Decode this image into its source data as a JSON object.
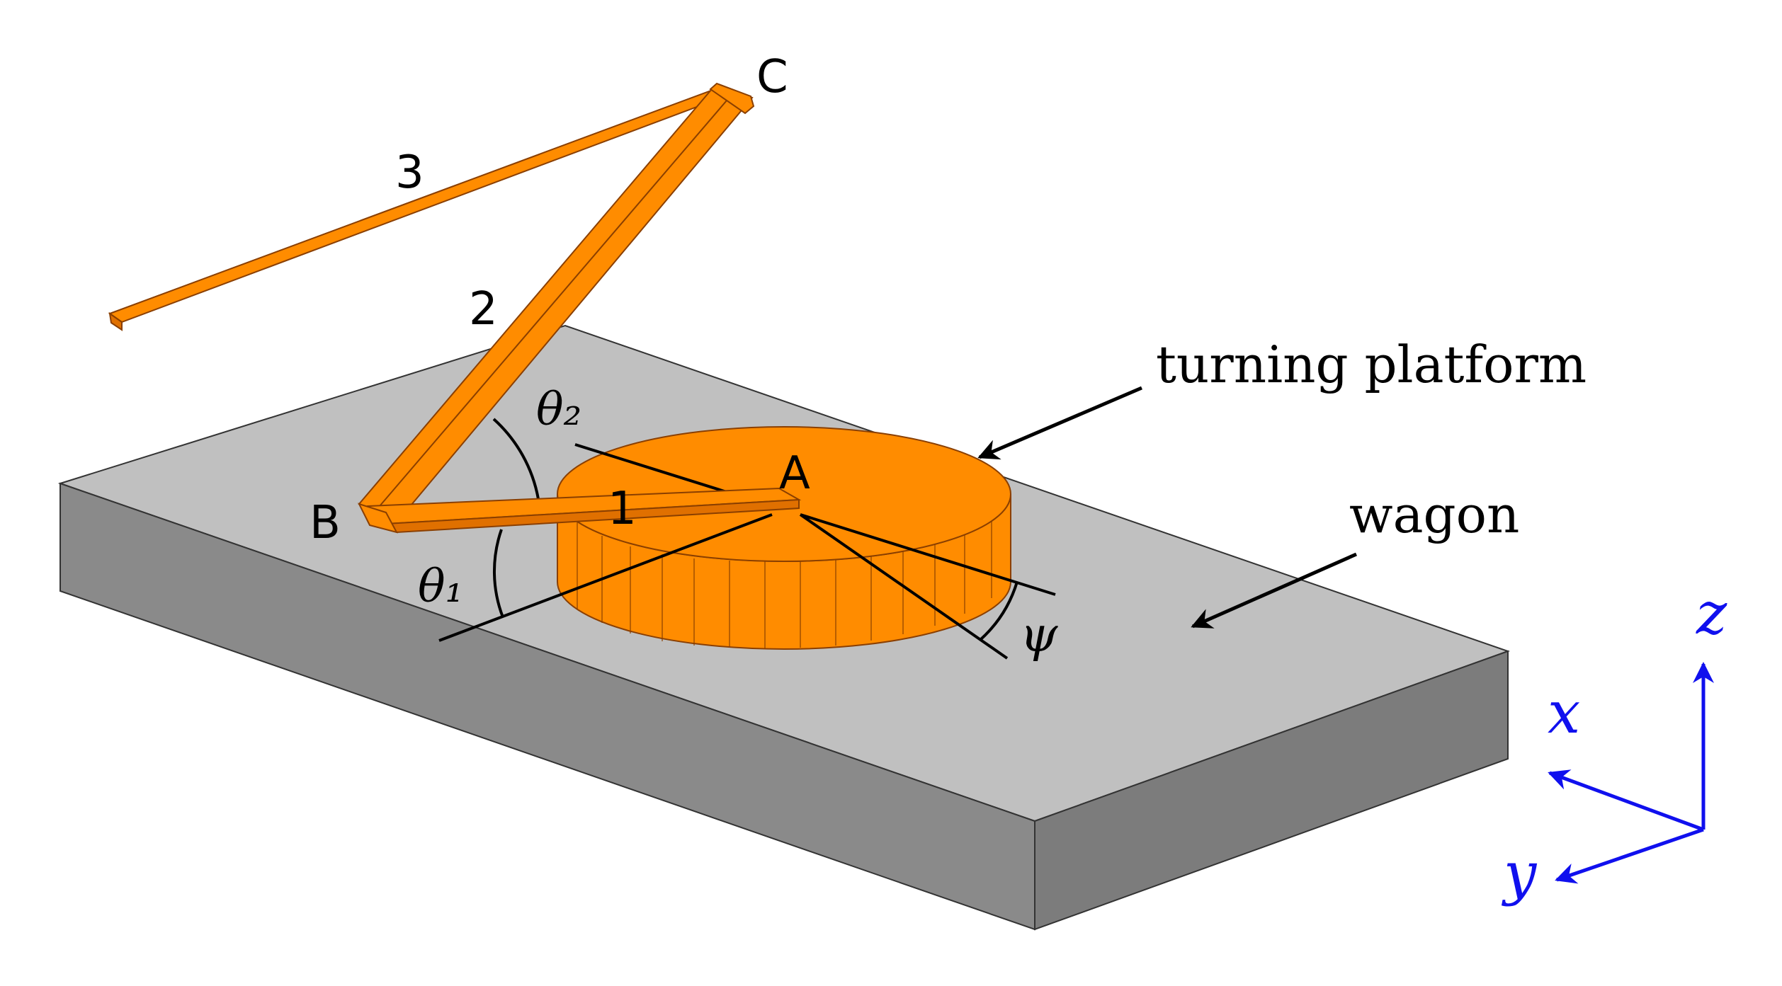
{
  "colors": {
    "wagon_top": "#c0c0c0",
    "wagon_front": "#8a8a8a",
    "wagon_side": "#7c7c7c",
    "platform": "#ff8c00",
    "platform_edge": "#8a3f00",
    "arm": "#ff8c00",
    "axes": "#1010ee",
    "lines": "#000000"
  },
  "labels": {
    "point_a": "A",
    "point_b": "B",
    "point_c": "C",
    "link_1": "1",
    "link_2": "2",
    "link_3": "3",
    "theta_1": "θ₁",
    "theta_2": "θ₂",
    "psi": "ψ",
    "turning_platform": "turning platform",
    "wagon": "wagon"
  },
  "axes": {
    "x": "x",
    "y": "y",
    "z": "z"
  }
}
